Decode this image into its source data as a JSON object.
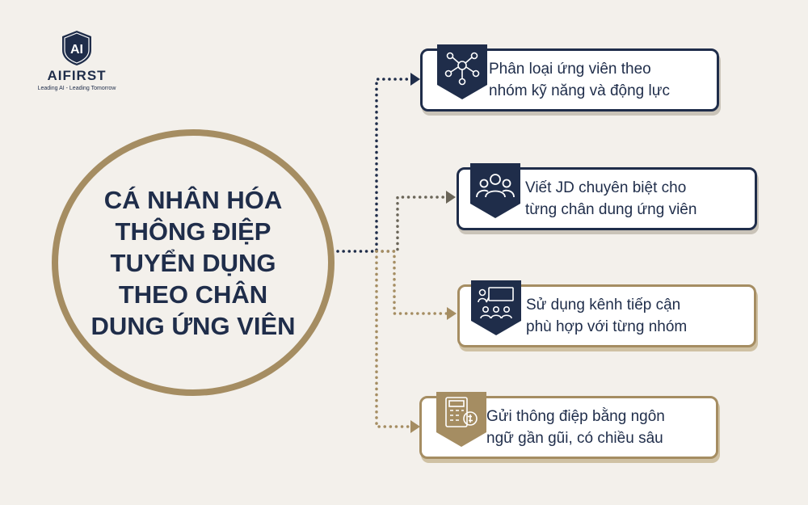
{
  "brand": {
    "name": "AIFIRST",
    "badge_text": "AI",
    "tagline": "Leading AI - Leading Tomorrow"
  },
  "center": {
    "title": "CÁ NHÂN HÓA THÔNG ĐIỆP TUYỂN DỤNG THEO CHÂN DUNG ỨNG VIÊN"
  },
  "colors": {
    "navy": "#1f2d4a",
    "gold": "#a58d62",
    "background": "#f3f0eb"
  },
  "items": [
    {
      "text_line1": "Phân loại ứng viên theo",
      "text_line2": "nhóm kỹ năng và động lực",
      "icon": "network-people-icon",
      "style": "navy"
    },
    {
      "text_line1": "Viết JD chuyên biệt cho",
      "text_line2": "từng chân dung ứng viên",
      "icon": "group-people-icon",
      "style": "navy"
    },
    {
      "text_line1": "Sử dụng kênh tiếp cận",
      "text_line2": "phù hợp với từng nhóm",
      "icon": "presentation-icon",
      "style": "gold-navy"
    },
    {
      "text_line1": "Gửi thông điệp bằng ngôn",
      "text_line2": "ngữ gần gũi, có chiều sâu",
      "icon": "calculator-message-icon",
      "style": "gold"
    }
  ]
}
